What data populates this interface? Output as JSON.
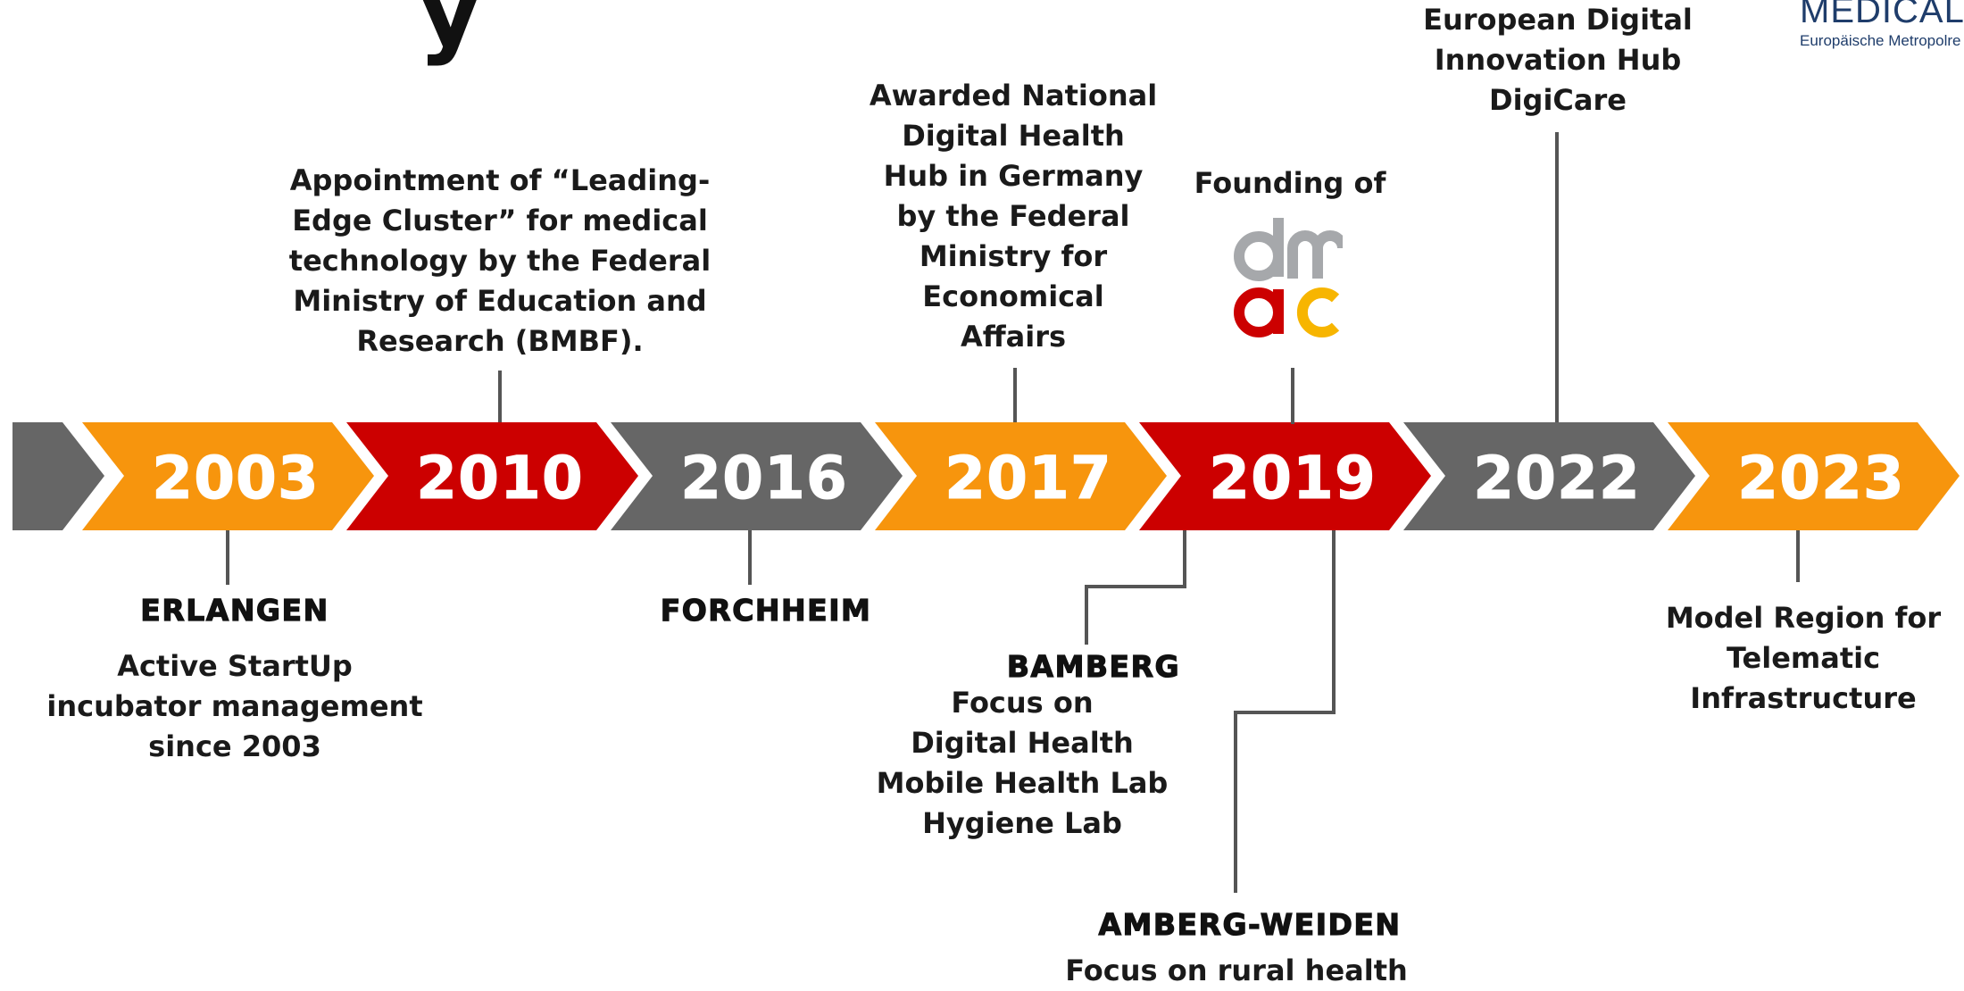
{
  "heading_fragment": "y",
  "logo": {
    "name": "MEDICAL V",
    "subtitle": "Europäische Metropolre"
  },
  "colors": {
    "orange": "#F7950D",
    "red": "#CC0000",
    "gray": "#666666",
    "line": "#555555"
  },
  "timeline": {
    "segments": [
      {
        "year": "",
        "color": "#666666"
      },
      {
        "year": "2003",
        "color": "#F7950D"
      },
      {
        "year": "2010",
        "color": "#CC0000"
      },
      {
        "year": "2016",
        "color": "#666666"
      },
      {
        "year": "2017",
        "color": "#F7950D"
      },
      {
        "year": "2019",
        "color": "#CC0000"
      },
      {
        "year": "2022",
        "color": "#666666"
      },
      {
        "year": "2023",
        "color": "#F7950D"
      }
    ]
  },
  "events": {
    "e2003": {
      "city": "ERLANGEN",
      "lines": [
        "Active StartUp",
        "incubator management",
        "since 2003"
      ]
    },
    "e2010": {
      "lines": [
        "Appointment of “Leading-",
        "Edge Cluster” for medical",
        "technology by the Federal",
        "Ministry of Education and",
        "Research (BMBF)."
      ]
    },
    "e2016": {
      "city": "FORCHHEIM"
    },
    "e2017": {
      "lines": [
        "Awarded National",
        "Digital Health",
        "Hub in Germany",
        "by the Federal",
        "Ministry for",
        "Economical",
        "Affairs"
      ]
    },
    "e2019_top": {
      "lines": [
        "Founding of"
      ],
      "logo_icon": "dmac-logo"
    },
    "e2019_bamberg": {
      "city": "BAMBERG",
      "lines": [
        "Focus on",
        "Digital Health",
        "Mobile Health Lab",
        "Hygiene Lab"
      ]
    },
    "e2019_amberg": {
      "city": "AMBERG-WEIDEN",
      "lines": [
        "Focus on rural health"
      ]
    },
    "e2022": {
      "lines": [
        "European Digital",
        "Innovation Hub",
        "DigiCare"
      ]
    },
    "e2023": {
      "lines": [
        "Model Region for",
        "Telematic",
        "Infrastructure"
      ]
    }
  }
}
